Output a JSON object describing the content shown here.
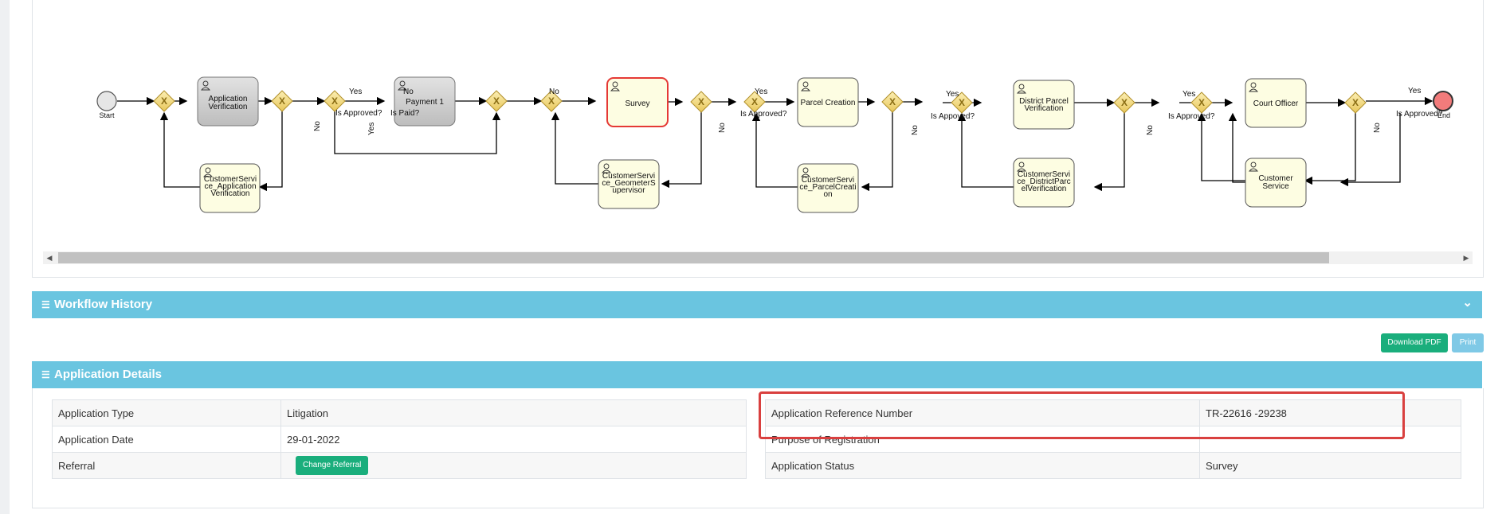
{
  "diagram": {
    "top_text": "",
    "start_label": "Start",
    "end_label": "End",
    "tasks": {
      "app_verification": "Application Verification",
      "cs_app_verification": "CustomerService_Application Verification",
      "payment": "Payment 1",
      "survey": "Survey",
      "cs_geometer": "CustomerService_GeometerSupervisor",
      "parcel_creation": "Parcel Creation",
      "cs_parcel": "CustomerService_ParcelCreation",
      "district_parcel": "District Parcel Verification",
      "cs_district": "CustomerService_DistrictParcelVerification",
      "court_officer": "Court Officer",
      "customer_service": "Customer Service"
    },
    "labels": {
      "yes": "Yes",
      "no": "No",
      "is_approved": "Is Approved?",
      "is_paid": "Is Paid?",
      "is_appoved": "Is Appoved?"
    }
  },
  "workflow_history": {
    "title": "Workflow History"
  },
  "buttons": {
    "download_pdf": "Download PDF",
    "print": "Print"
  },
  "application_details": {
    "title": "Application Details",
    "left": [
      {
        "key": "Application Type",
        "value": "Litigation"
      },
      {
        "key": "Application Date",
        "value": "29-01-2022"
      },
      {
        "key": "Referral",
        "button": "Change Referral"
      }
    ],
    "right": [
      {
        "key": "Application Reference Number",
        "value": "TR-22616 -29238"
      },
      {
        "key": "Purpose of Registration",
        "value": ""
      },
      {
        "key": "Application Status",
        "value": "Survey"
      }
    ]
  },
  "colors": {
    "panel_header": "#6ac5e0",
    "success_button": "#1aae7c",
    "highlight_border": "#d9403f",
    "gateway_fill": "#f4dd8c",
    "task_fill": "#fdfde2",
    "completed_task_fill": "#cdcdcd",
    "active_task_border": "#e53935"
  }
}
